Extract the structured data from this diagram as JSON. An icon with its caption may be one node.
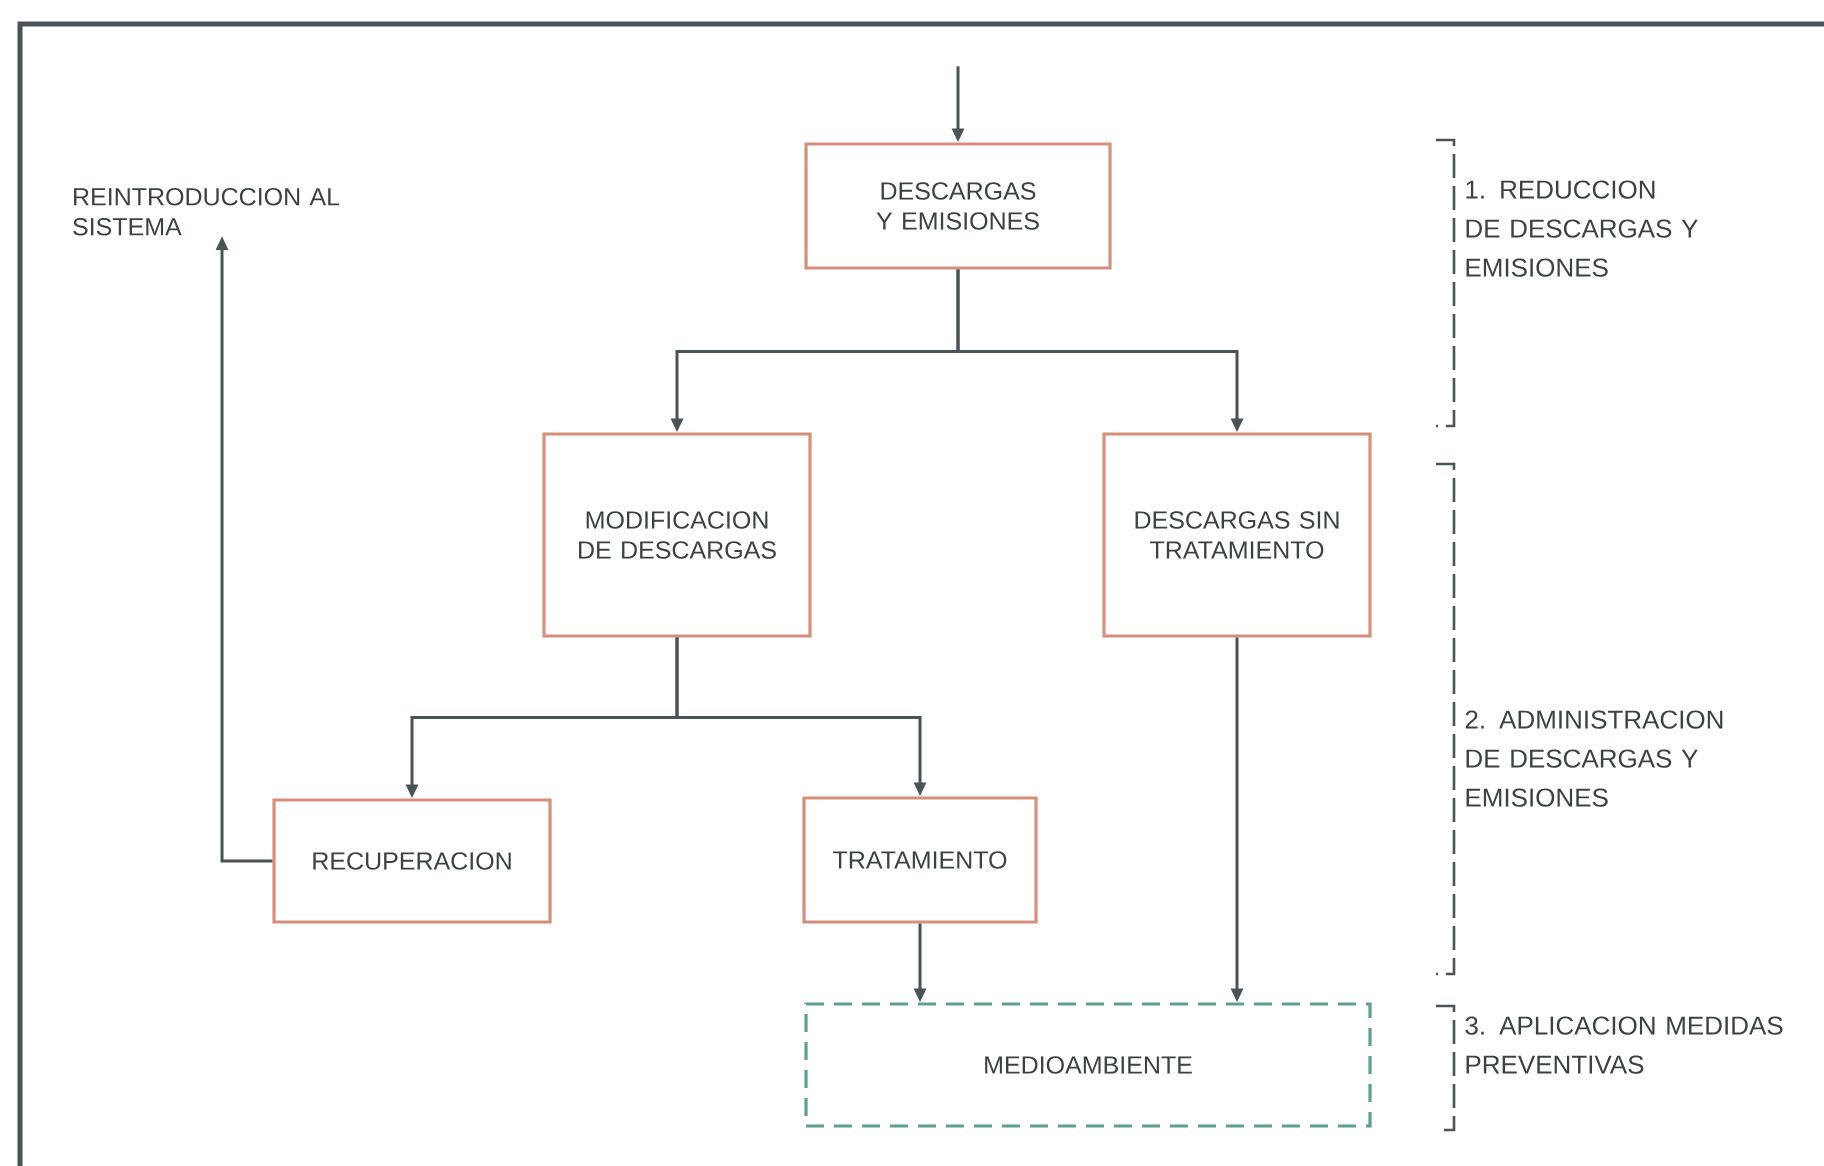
{
  "diagram": {
    "nodes": [
      {
        "text": [
          "DESCARGAS Y EMISIONES"
        ]
      },
      {
        "text": [
          "MODIFICACION DE DESCARGAS"
        ]
      },
      {
        "text": [
          "DESCARGAS SIN TRATAMIENTO"
        ]
      },
      {
        "text": [
          "RECUPERACION"
        ]
      },
      {
        "text": [
          "TRATAMIENTO"
        ]
      },
      {
        "text": [
          "MEDIOAMBIENTE"
        ]
      },
      {
        "text": [
          "REINTRODUCCION AL SISTEMA"
        ]
      }
    ],
    "edges": [
      {
        "from": null,
        "to": 0,
        "arrow": "to"
      },
      {
        "from": 0,
        "to": 1,
        "arrow": "to"
      },
      {
        "from": 0,
        "to": 2,
        "arrow": "to"
      },
      {
        "from": 1,
        "to": 3,
        "arrow": "to"
      },
      {
        "from": 1,
        "to": 4,
        "arrow": "to"
      },
      {
        "from": 3,
        "to": 6,
        "arrow": "to"
      },
      {
        "from": 4,
        "to": 5,
        "arrow": "to"
      },
      {
        "from": 2,
        "to": 5,
        "arrow": "to"
      }
    ],
    "labels": [
      "1. REDUCCION DE DESCARGAS Y EMISIONES",
      "2. ADMINISTRACION DE DESCARGAS Y EMISIONES",
      "3. APLICACION MEDIDAS PREVENTIVAS"
    ]
  }
}
